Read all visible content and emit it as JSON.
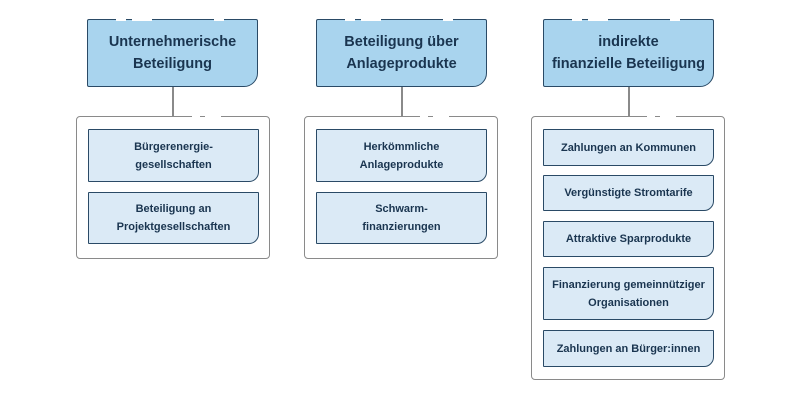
{
  "columns": [
    {
      "heading": "Unternehmerische\nBeteiligung",
      "items": [
        "Bürgerenergie-\ngesellschaften",
        "Beteiligung an\nProjektgesellschaften"
      ]
    },
    {
      "heading": "Beteiligung über\nAnlageprodukte",
      "items": [
        "Herkömmliche\nAnlageprodukte",
        "Schwarm-\nfinanzierungen"
      ]
    },
    {
      "heading": "indirekte\nfinanzielle Beteiligung",
      "items": [
        "Zahlungen an Kommunen",
        "Vergünstigte Stromtarife",
        "Attraktive Sparprodukte",
        "Finanzierung gemeinnütziger\nOrganisationen",
        "Zahlungen an Bürger:innen"
      ]
    }
  ],
  "colors": {
    "heading_fill": "#a9d4ee",
    "item_fill": "#dbeaf6",
    "border_dark": "#2a4a66",
    "group_border": "#8a8a8a",
    "text": "#1a3550"
  }
}
